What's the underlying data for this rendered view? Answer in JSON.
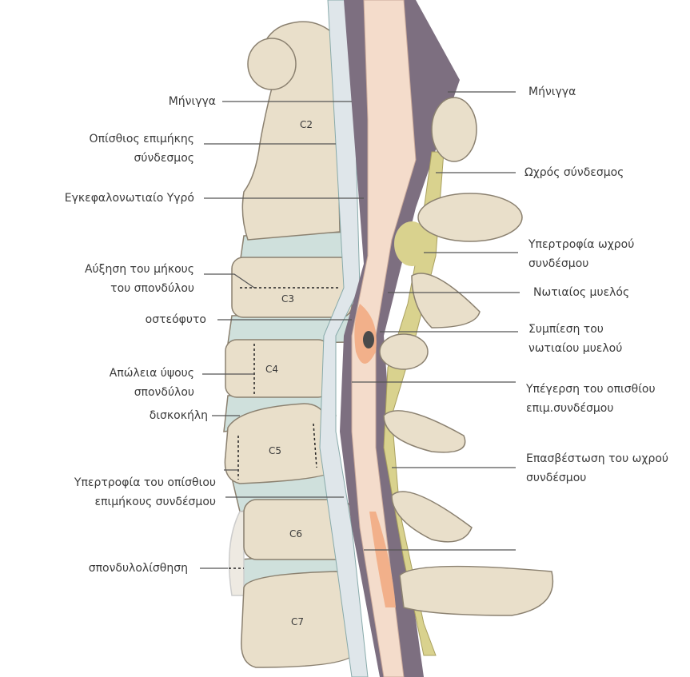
{
  "vertebrae": [
    "C2",
    "C3",
    "C4",
    "C5",
    "C6",
    "C7"
  ],
  "left_labels": [
    {
      "lines": [
        "Μήνιγγα"
      ]
    },
    {
      "lines": [
        "Οπίσθιος επιμήκης",
        "σύνδεσμος"
      ]
    },
    {
      "lines": [
        "Εγκεφαλονωτιαίο Υγρό"
      ]
    },
    {
      "lines": [
        "Αύξηση του μήκους",
        "του σπονδύλου"
      ]
    },
    {
      "lines": [
        "οστεόφυτο"
      ]
    },
    {
      "lines": [
        "Απώλεια ύψους",
        "σπονδύλου"
      ]
    },
    {
      "lines": [
        "δισκοκήλη"
      ]
    },
    {
      "lines": [
        "Υπερτροφία του οπίσθιου",
        "επιμήκους συνδέσμου"
      ]
    },
    {
      "lines": [
        "σπονδυλολίσθηση"
      ]
    }
  ],
  "right_labels": [
    {
      "lines": [
        "Μήνιγγα"
      ]
    },
    {
      "lines": [
        "Ωχρός σύνδεσμος"
      ]
    },
    {
      "lines": [
        "Υπερτροφία ωχρού",
        "συνδέσμου"
      ]
    },
    {
      "lines": [
        "Νωτιαίος μυελός"
      ]
    },
    {
      "lines": [
        "Συμπίεση του",
        "νωτιαίου μυελού"
      ]
    },
    {
      "lines": [
        "Υπέγερση του οπισθίου",
        "επιμ.συνδέσμου"
      ]
    },
    {
      "lines": [
        "Επασβέστωση του ωχρού",
        "συνδέσμου"
      ]
    }
  ],
  "colors": {
    "bone": "#e9dfca",
    "disc": "#cfe0dc",
    "meninges": "#7d6f80",
    "cord": "#f4dccb",
    "lesion": "#f2b08a",
    "ligament": "#d9d28e",
    "line": "#555555"
  }
}
